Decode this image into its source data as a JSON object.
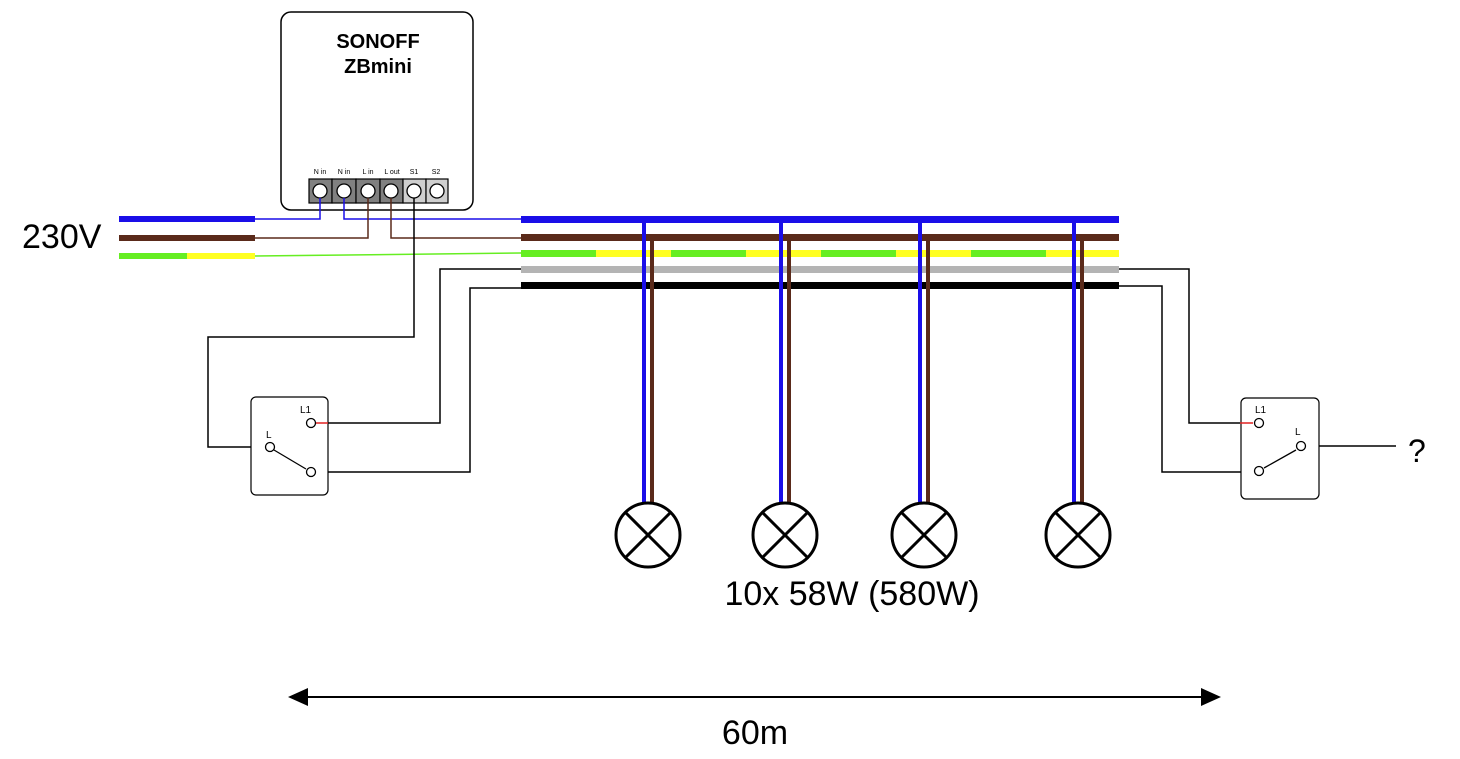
{
  "device": {
    "brand": "SONOFF",
    "model": "ZBmini",
    "terminals": [
      "N in",
      "N in",
      "L in",
      "L out",
      "S1",
      "S2"
    ]
  },
  "supply": {
    "voltage": "230V"
  },
  "switch_left": {
    "l1": "L1",
    "l": "L"
  },
  "switch_right": {
    "l1": "L1",
    "l": "L",
    "output": "?"
  },
  "lamps": {
    "count_shown": 4,
    "label": "10x 58W (580W)"
  },
  "distance": {
    "label": "60m"
  },
  "colors": {
    "neutral": "#1a0ee8",
    "live": "#5a2a1a",
    "earth_green": "#66ee22",
    "earth_yellow": "#ffff22",
    "traveler_grey": "#b4b4b4",
    "traveler_black": "#000000"
  }
}
